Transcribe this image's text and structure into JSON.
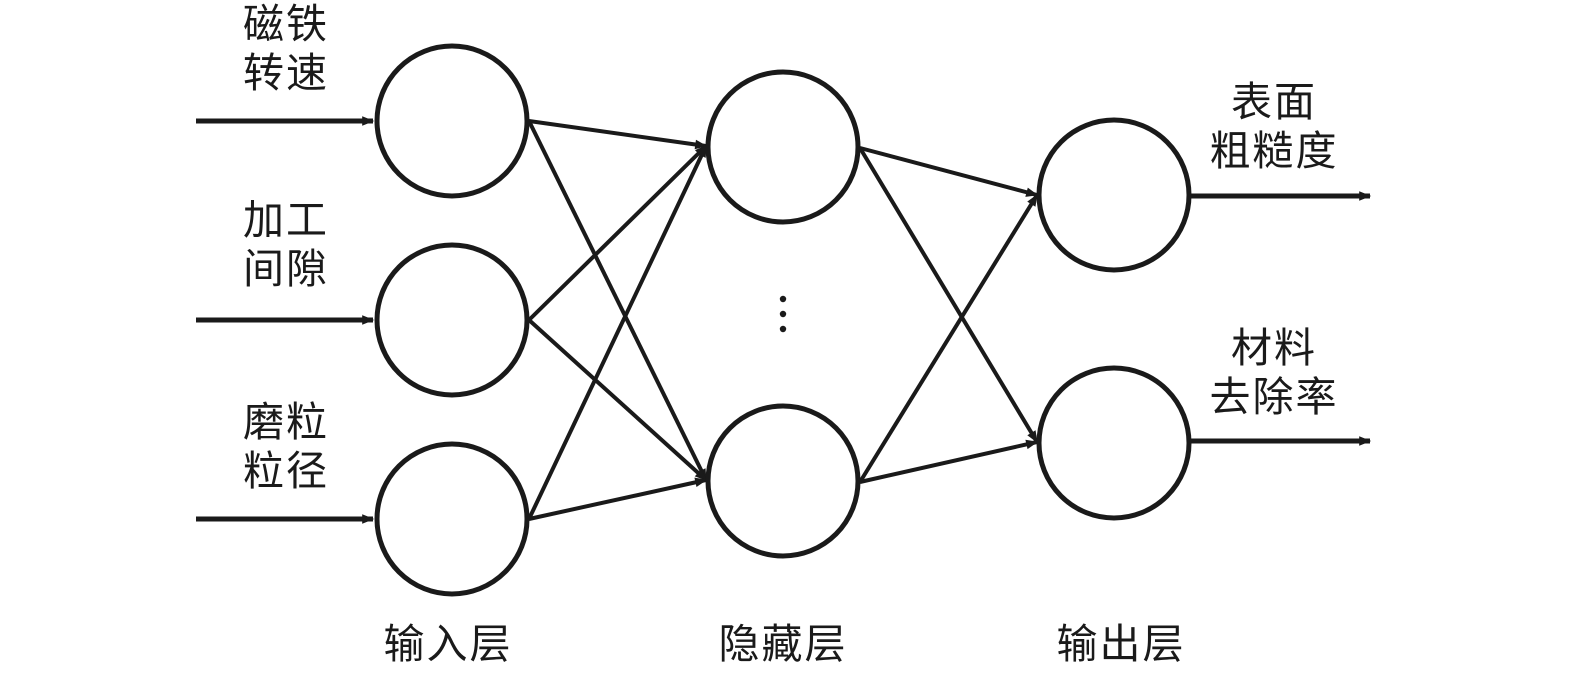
{
  "inputs": [
    {
      "line1": "磁铁",
      "line2": "转速"
    },
    {
      "line1": "加工",
      "line2": "间隙"
    },
    {
      "line1": "磨粒",
      "line2": "粒径"
    }
  ],
  "outputs": [
    {
      "line1": "表面",
      "line2": "粗糙度"
    },
    {
      "line1": "材料",
      "line2": "去除率"
    }
  ],
  "layers": {
    "input": "输入层",
    "hidden": "隐藏层",
    "output": "输出层"
  },
  "hidden_ellipsis": "⋮",
  "colors": {
    "stroke": "#1a1a1a",
    "background": "#ffffff"
  }
}
